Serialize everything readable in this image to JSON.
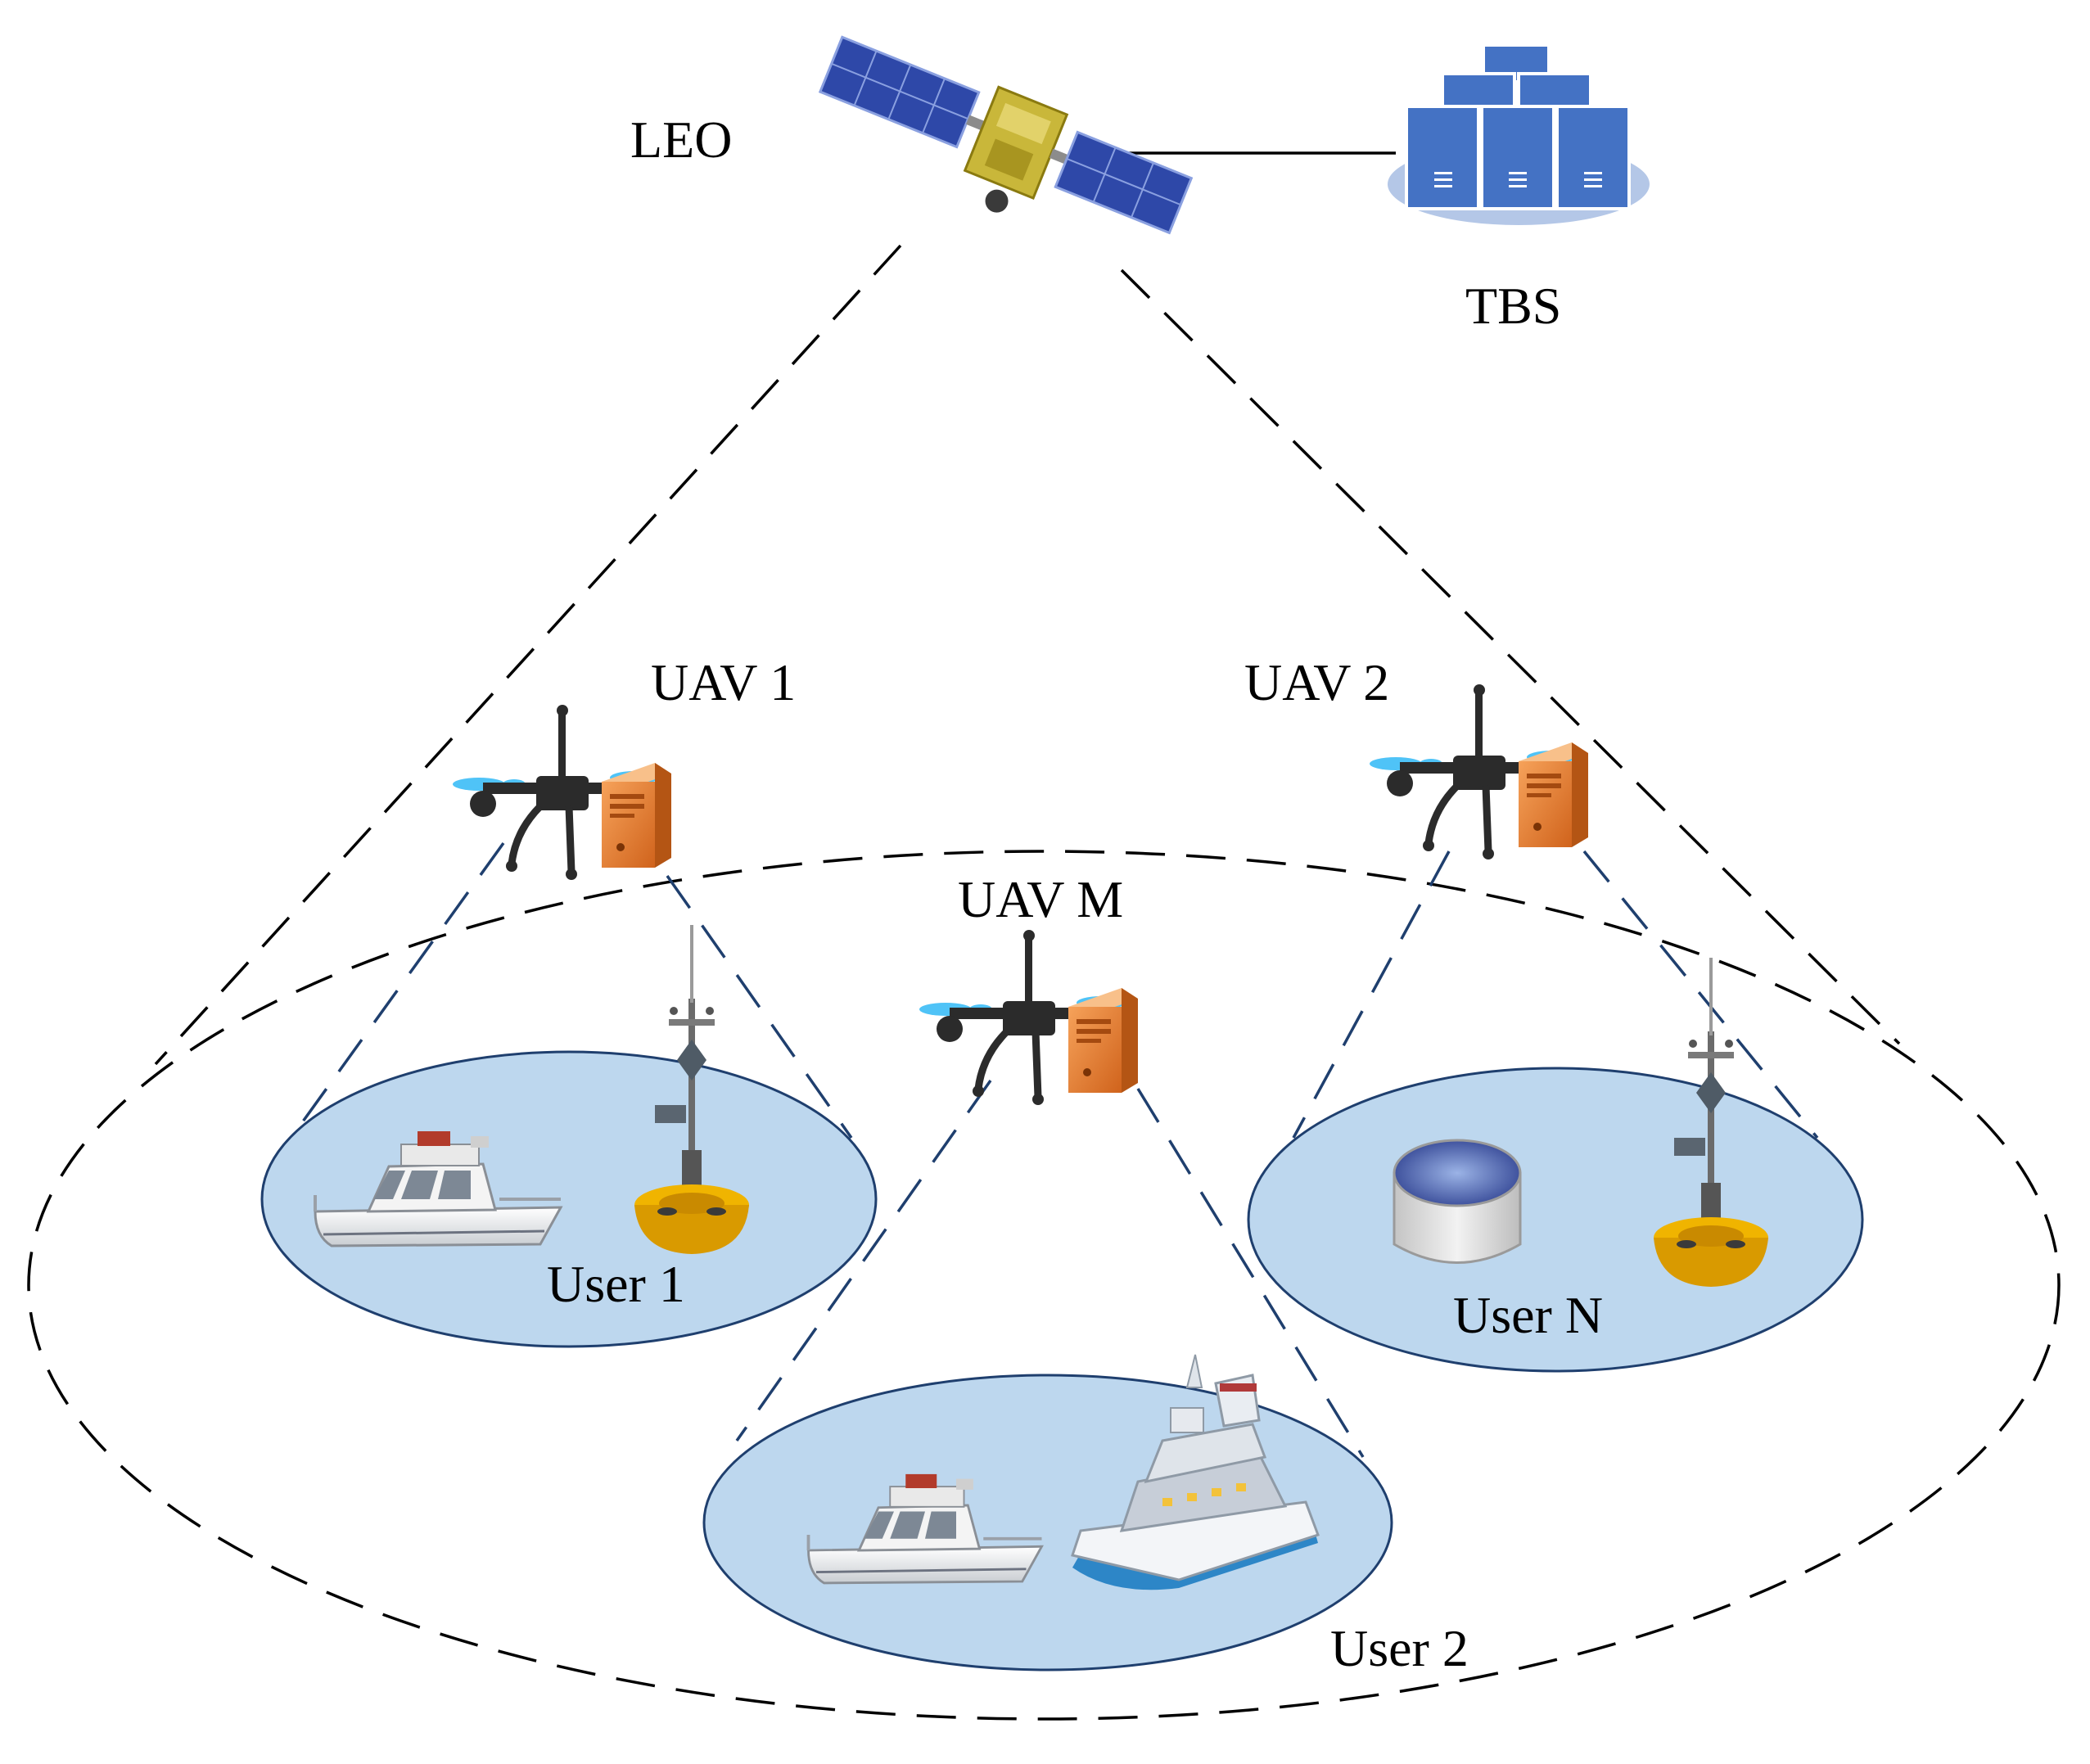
{
  "labels": {
    "leo": "LEO",
    "tbs": "TBS",
    "uav1": "UAV 1",
    "uav2": "UAV 2",
    "uavM": "UAV M",
    "user1": "User 1",
    "user2": "User 2",
    "userN": "User N"
  },
  "colors": {
    "cluster_fill": "#bdd7ee",
    "server_blue": "#4472c4",
    "server_orange": "#ed7d31",
    "satellite_panel": "#2e48a8",
    "satellite_body": "#c9b73a",
    "buoy_yellow": "#f0b400",
    "line_blue": "#1f3f6e"
  },
  "icons": {
    "satellite": "satellite-icon",
    "server_stack": "server-stack-icon",
    "uav": "uav-with-server-icon",
    "boat": "boat-icon",
    "buoy": "buoy-icon",
    "ship": "ship-icon",
    "tank": "tank-icon"
  }
}
